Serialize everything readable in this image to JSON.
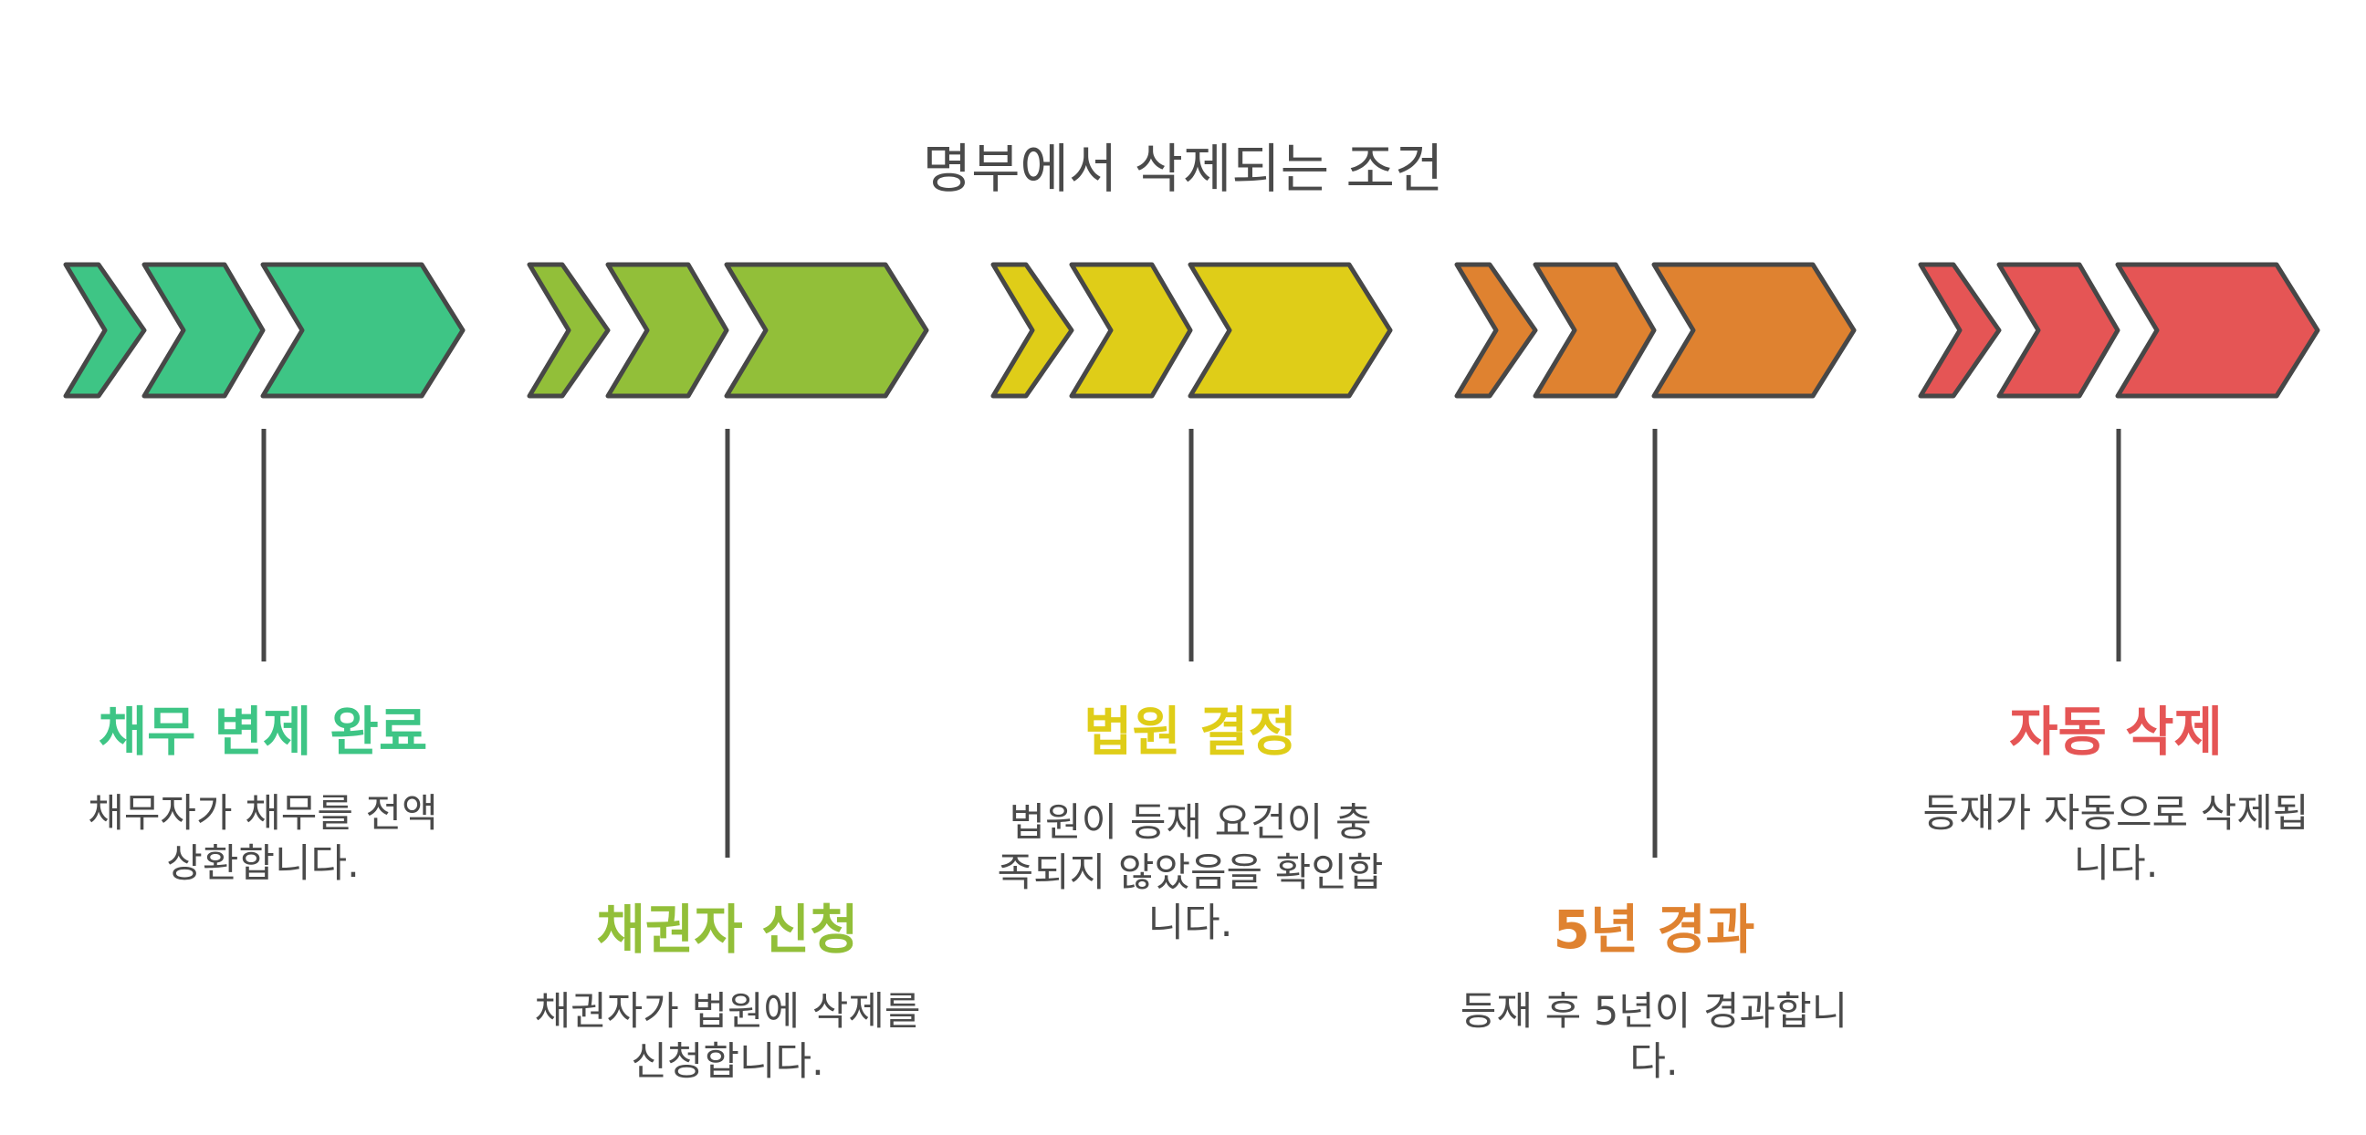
{
  "title": "명부에서 삭제되는 조건",
  "colors": {
    "outline": "#474747",
    "text": "#4a4a4a"
  },
  "steps": [
    {
      "title": "채무 변제 완료",
      "description": "채무자가 채무를 전액 상환합니다.",
      "color": "#3ec585"
    },
    {
      "title": "채권자 신청",
      "description": "채권자가 법원에 삭제를 신청합니다.",
      "color": "#92bf39"
    },
    {
      "title": "법원 결정",
      "description": "법원이 등재 요건이 충족되지 않았음을 확인합니다.",
      "color": "#dfcd18"
    },
    {
      "title": "5년 경과",
      "description": "등재 후 5년이 경과합니다.",
      "color": "#df8230"
    },
    {
      "title": "자동 삭제",
      "description": "등재가 자동으로 삭제됩니다.",
      "color": "#e55555"
    }
  ]
}
